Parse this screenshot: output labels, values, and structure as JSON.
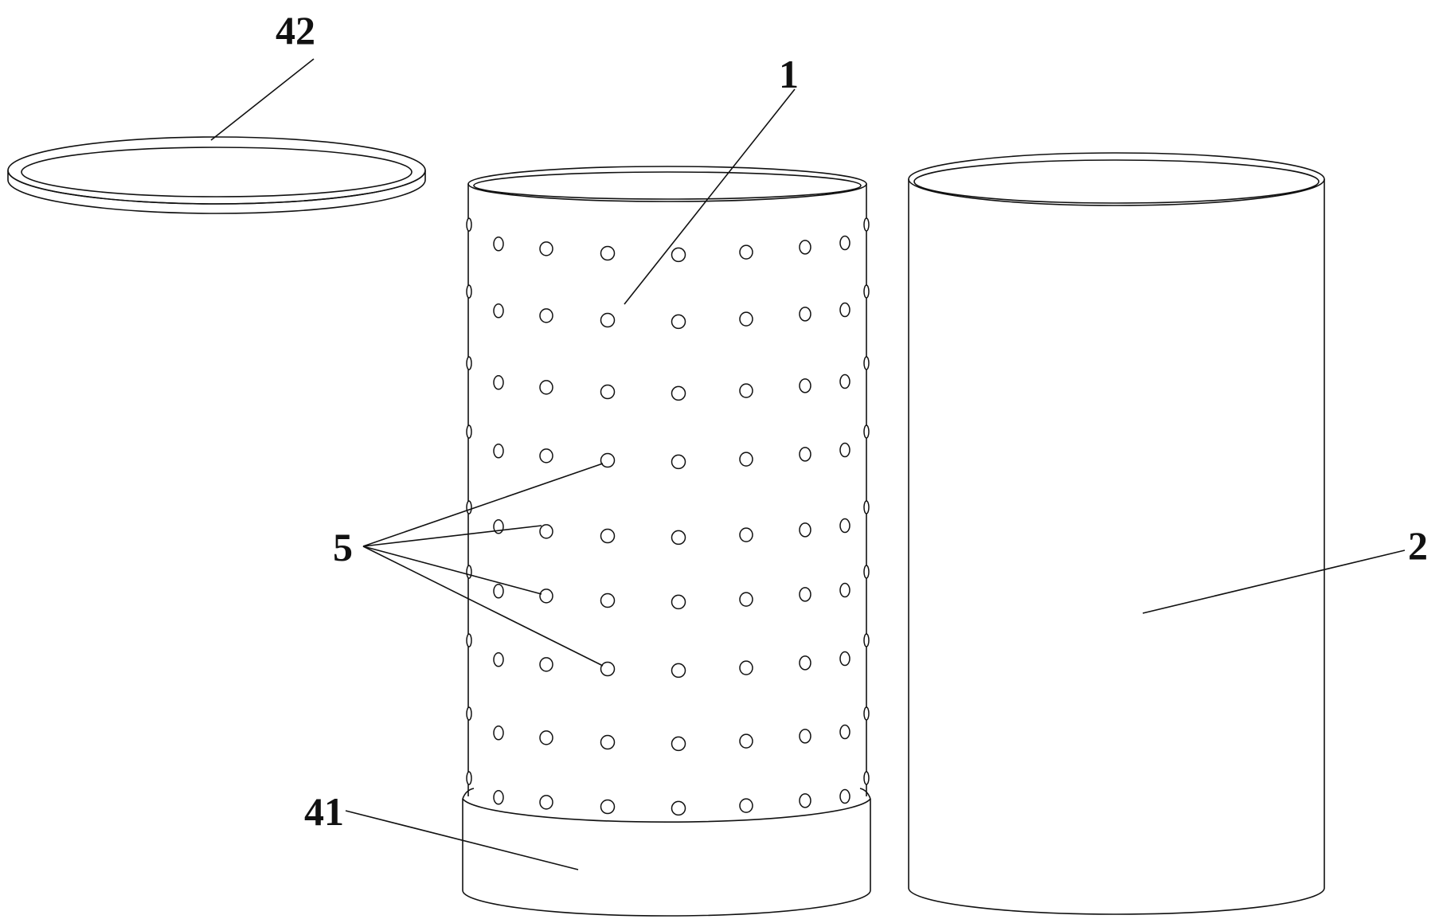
{
  "labels": {
    "ring": "42",
    "perforated_cylinder": "1",
    "outer_cylinder": "2",
    "holes": "5",
    "base": "41"
  },
  "colors": {
    "line": "#111111",
    "background": "#ffffff"
  }
}
